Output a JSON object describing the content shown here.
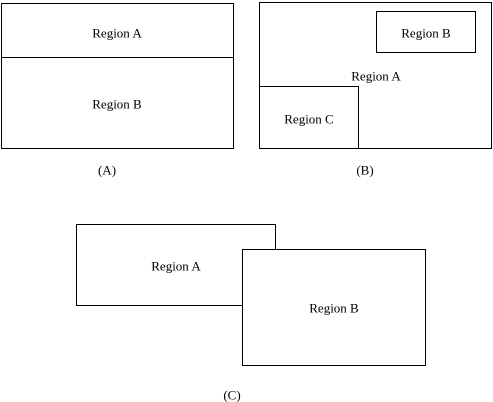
{
  "panel_a": {
    "caption": "(A)",
    "region_a": "Region A",
    "region_b": "Region B"
  },
  "panel_b": {
    "caption": "(B)",
    "region_a": "Region A",
    "region_b": "Region B",
    "region_c": "Region C"
  },
  "panel_c": {
    "caption": "(C)",
    "region_a": "Region A",
    "region_b": "Region B"
  }
}
